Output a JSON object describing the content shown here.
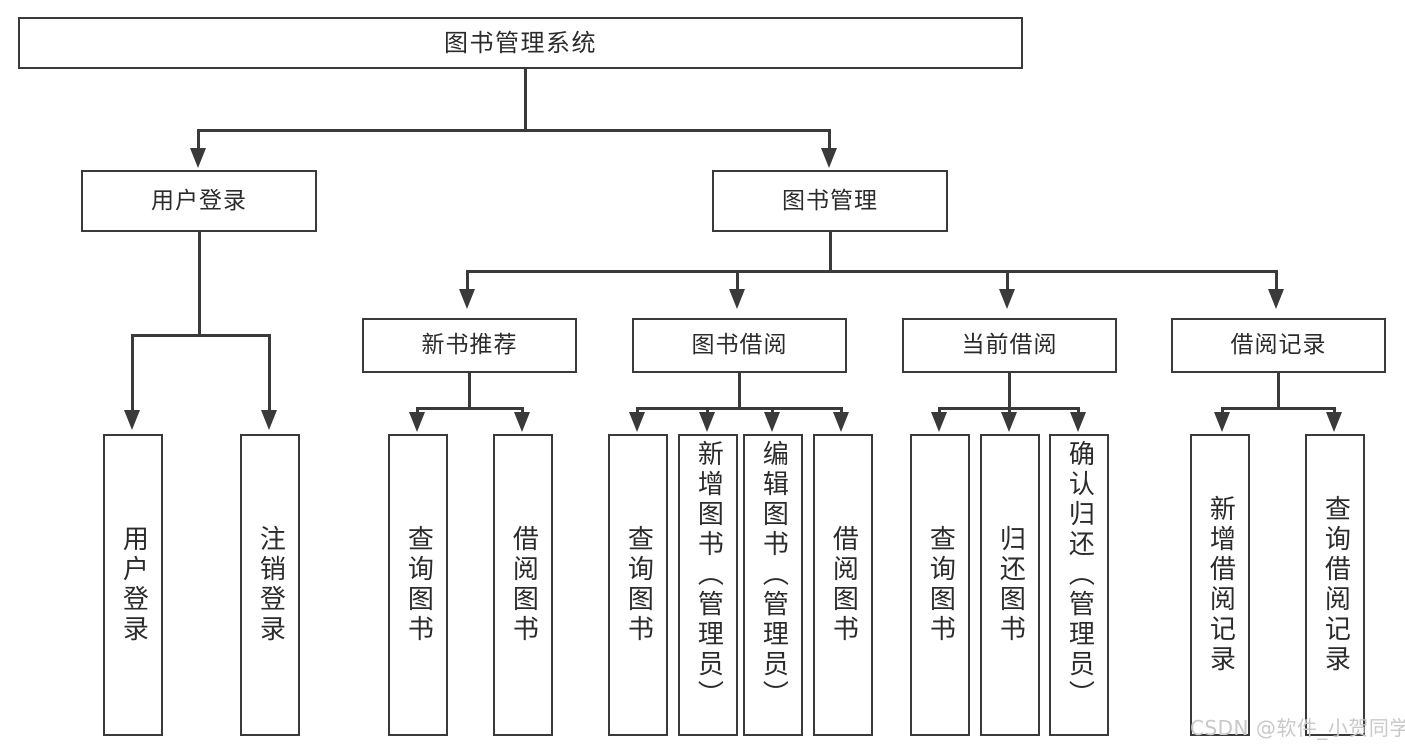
{
  "diagram": {
    "type": "tree",
    "title": "图书管理系统",
    "root": {
      "label": "图书管理系统"
    },
    "level2": [
      {
        "label": "用户登录"
      },
      {
        "label": "图书管理"
      }
    ],
    "level3": [
      {
        "label": "新书推荐"
      },
      {
        "label": "图书借阅"
      },
      {
        "label": "当前借阅"
      },
      {
        "label": "借阅记录"
      }
    ],
    "leaves": {
      "user_login": [
        {
          "label": "用户登录"
        },
        {
          "label": "注销登录"
        }
      ],
      "new_book_recommend": [
        {
          "label": "查询图书"
        },
        {
          "label": "借阅图书"
        }
      ],
      "book_borrow": [
        {
          "label": "查询图书"
        },
        {
          "label": "新增图书（管理员）"
        },
        {
          "label": "编辑图书（管理员）"
        },
        {
          "label": "借阅图书"
        }
      ],
      "current_borrow": [
        {
          "label": "查询图书"
        },
        {
          "label": "归还图书"
        },
        {
          "label": "确认归还（管理员）"
        }
      ],
      "borrow_record": [
        {
          "label": "新增借阅记录"
        },
        {
          "label": "查询借阅记录"
        }
      ]
    }
  },
  "watermark": {
    "text": "CSDN @软件_小贺同学"
  },
  "colors": {
    "stroke": "#3a3a3a",
    "background": "#ffffff",
    "text": "#2b2b2b",
    "watermark": "#c9c9c9"
  }
}
